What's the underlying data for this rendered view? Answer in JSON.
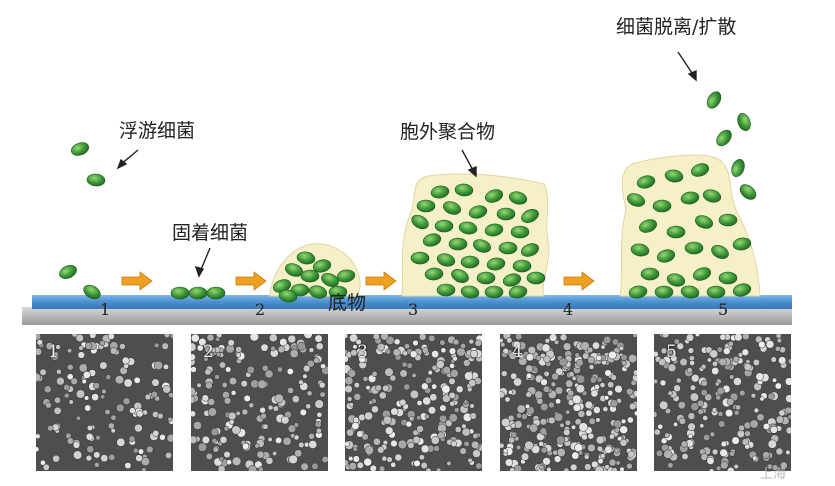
{
  "labels": {
    "planktonic": "浮游细菌",
    "attached": "固着细菌",
    "eps": "胞外聚合物",
    "dispersal": "细菌脱离/扩散",
    "substrate": "底物"
  },
  "stages": [
    "1",
    "2",
    "3",
    "4",
    "5"
  ],
  "sem_panels": [
    "1",
    "2",
    "3",
    "4",
    "5"
  ],
  "watermark": "上海",
  "colors": {
    "bacterium": "#3e9a3a",
    "bacterium_highlight": "#8ccc6a",
    "eps_matrix": "#f6f0c8",
    "substrate_top": "#4a8fd0",
    "substrate_base": "#bcbcbc",
    "arrow": "#f0a020"
  }
}
